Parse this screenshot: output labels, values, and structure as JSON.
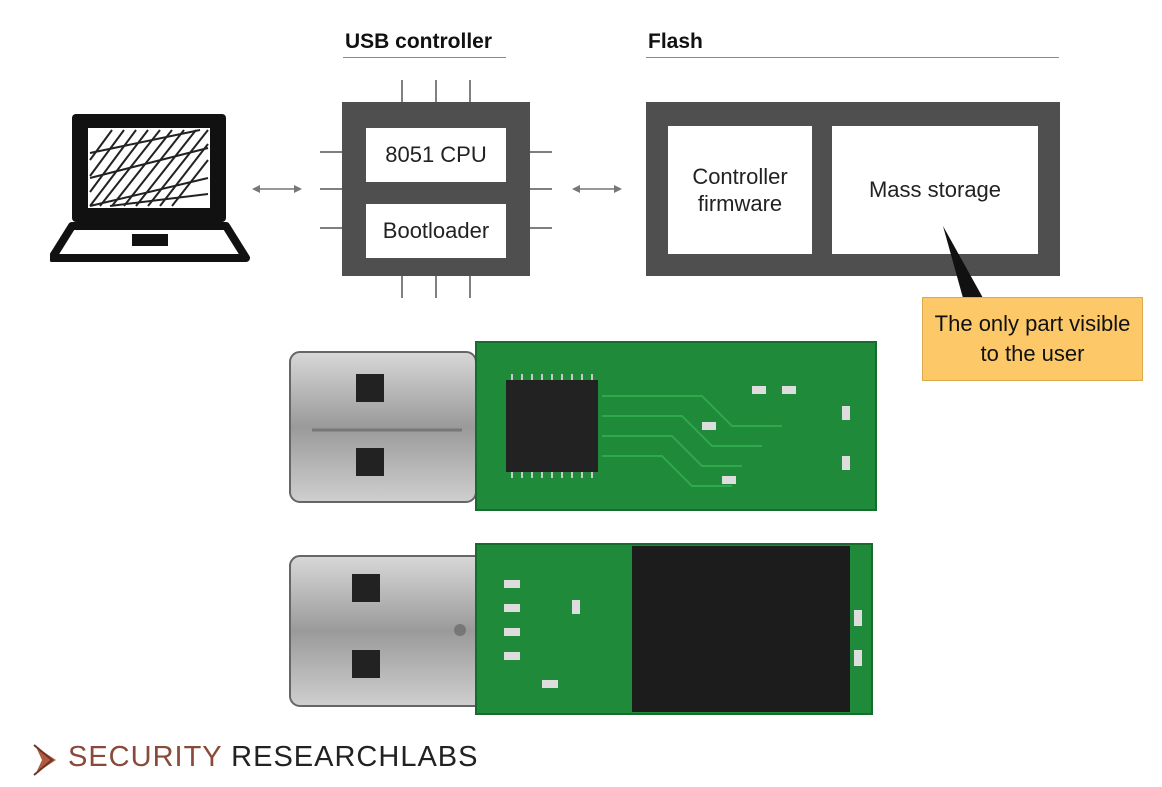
{
  "diagram": {
    "usb_controller": {
      "title": "USB controller",
      "cpu_label": "8051 CPU",
      "bootloader_label": "Bootloader"
    },
    "flash": {
      "title": "Flash",
      "firmware_label": "Controller firmware",
      "storage_label": "Mass storage"
    },
    "callout": {
      "text": "The only part visible to the user"
    }
  },
  "logo": {
    "word1": "SECURITY",
    "word2": "RESEARCH",
    "word3": "LABS"
  },
  "colors": {
    "chip": "#4f4f4f",
    "callout": "#fdc867",
    "pcb_green": "#1f8a3a",
    "logo_accent": "#8a4a3a"
  }
}
